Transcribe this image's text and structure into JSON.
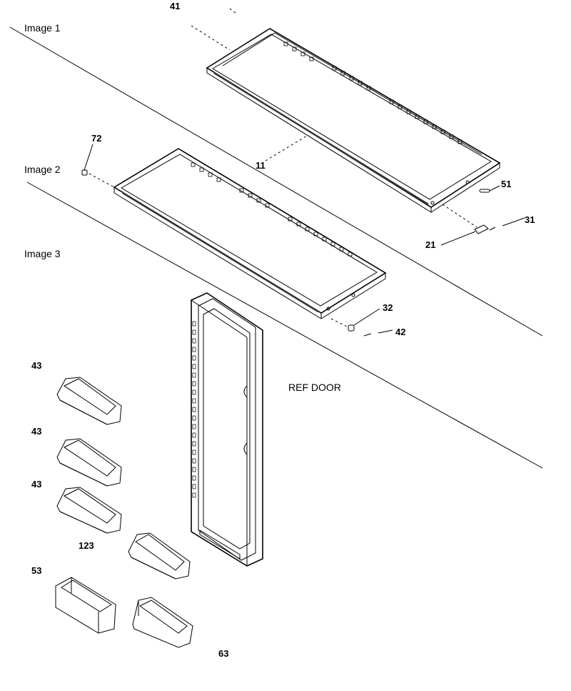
{
  "section_labels": {
    "image1": "Image 1",
    "image2": "Image 2",
    "image3": "Image 3"
  },
  "title_text": "REF DOOR",
  "callouts": {
    "c41": "41",
    "c11": "11",
    "c72": "72",
    "c51": "51",
    "c31": "31",
    "c21": "21",
    "c32": "32",
    "c42": "42",
    "c43a": "43",
    "c43b": "43",
    "c43c": "43",
    "c123": "123",
    "c53": "53",
    "c63": "63"
  },
  "colors": {
    "line": "#000000",
    "background": "#ffffff"
  }
}
